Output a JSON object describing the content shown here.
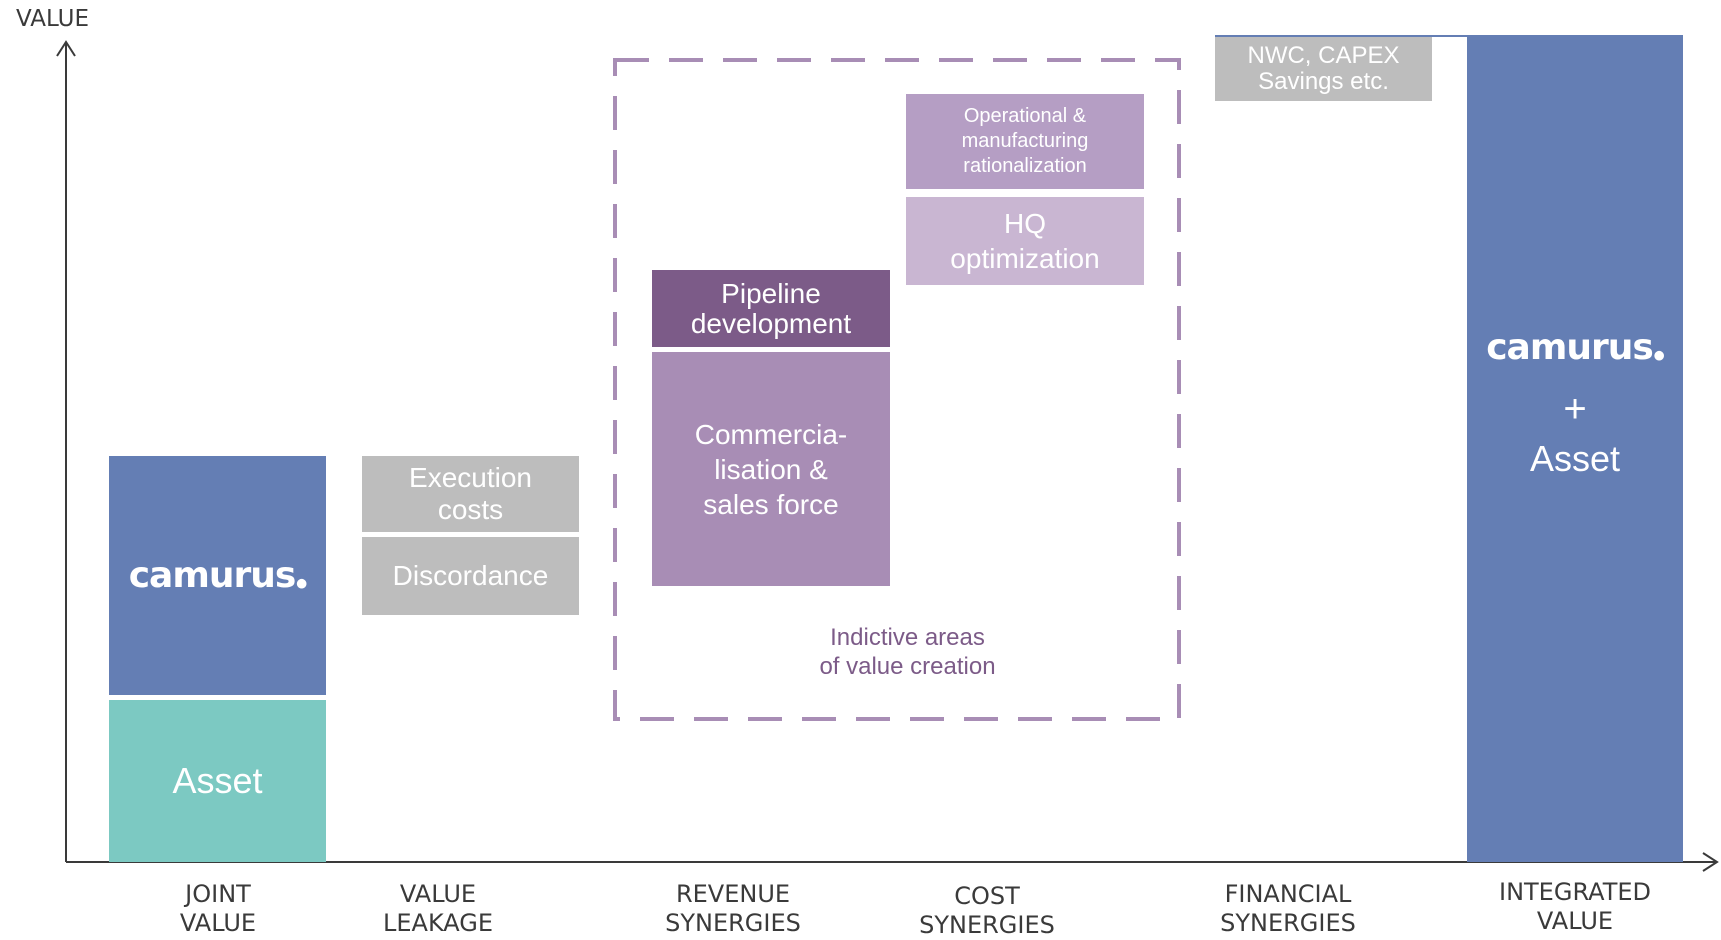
{
  "axis": {
    "y_label": "VALUE"
  },
  "categories": [
    {
      "id": "joint",
      "label": "JOINT\nVALUE"
    },
    {
      "id": "leakage",
      "label": "VALUE\nLEAKAGE"
    },
    {
      "id": "revenue",
      "label": "REVENUE\nSYNERGIES"
    },
    {
      "id": "cost",
      "label": "COST\nSYNERGIES"
    },
    {
      "id": "financial",
      "label": "FINANCIAL\nSYNERGIES"
    },
    {
      "id": "integrated",
      "label": "INTEGRATED\nVALUE"
    }
  ],
  "blocks": {
    "joint_logo": "camurus",
    "joint_asset": "Asset",
    "execution_costs": "Execution\ncosts",
    "discordance": "Discordance",
    "pipeline": "Pipeline\ndevelopment",
    "commercialisation": "Commercia-\nlisation &\nsales force",
    "operational": "Operational &\nmanufacturing\nrationalization",
    "hq": "HQ\noptimization",
    "nwc": "NWC, CAPEX\nSavings etc.",
    "integrated_logo": "camurus",
    "integrated_plus": "+",
    "integrated_asset": "Asset"
  },
  "callout": {
    "text": "Indictive areas\nof value creation"
  },
  "colors": {
    "camurus_blue": "#647eb4",
    "asset_teal": "#7cc9c2",
    "leakage_gray": "#bdbdbd",
    "pipeline_dark_purple": "#7c5b88",
    "commercial_purple": "#a88db5",
    "operational_purple": "#b59ec4",
    "hq_light_purple": "#c9b6d2",
    "dashed_border": "#a88db5",
    "axis": "#3a3a3a"
  }
}
